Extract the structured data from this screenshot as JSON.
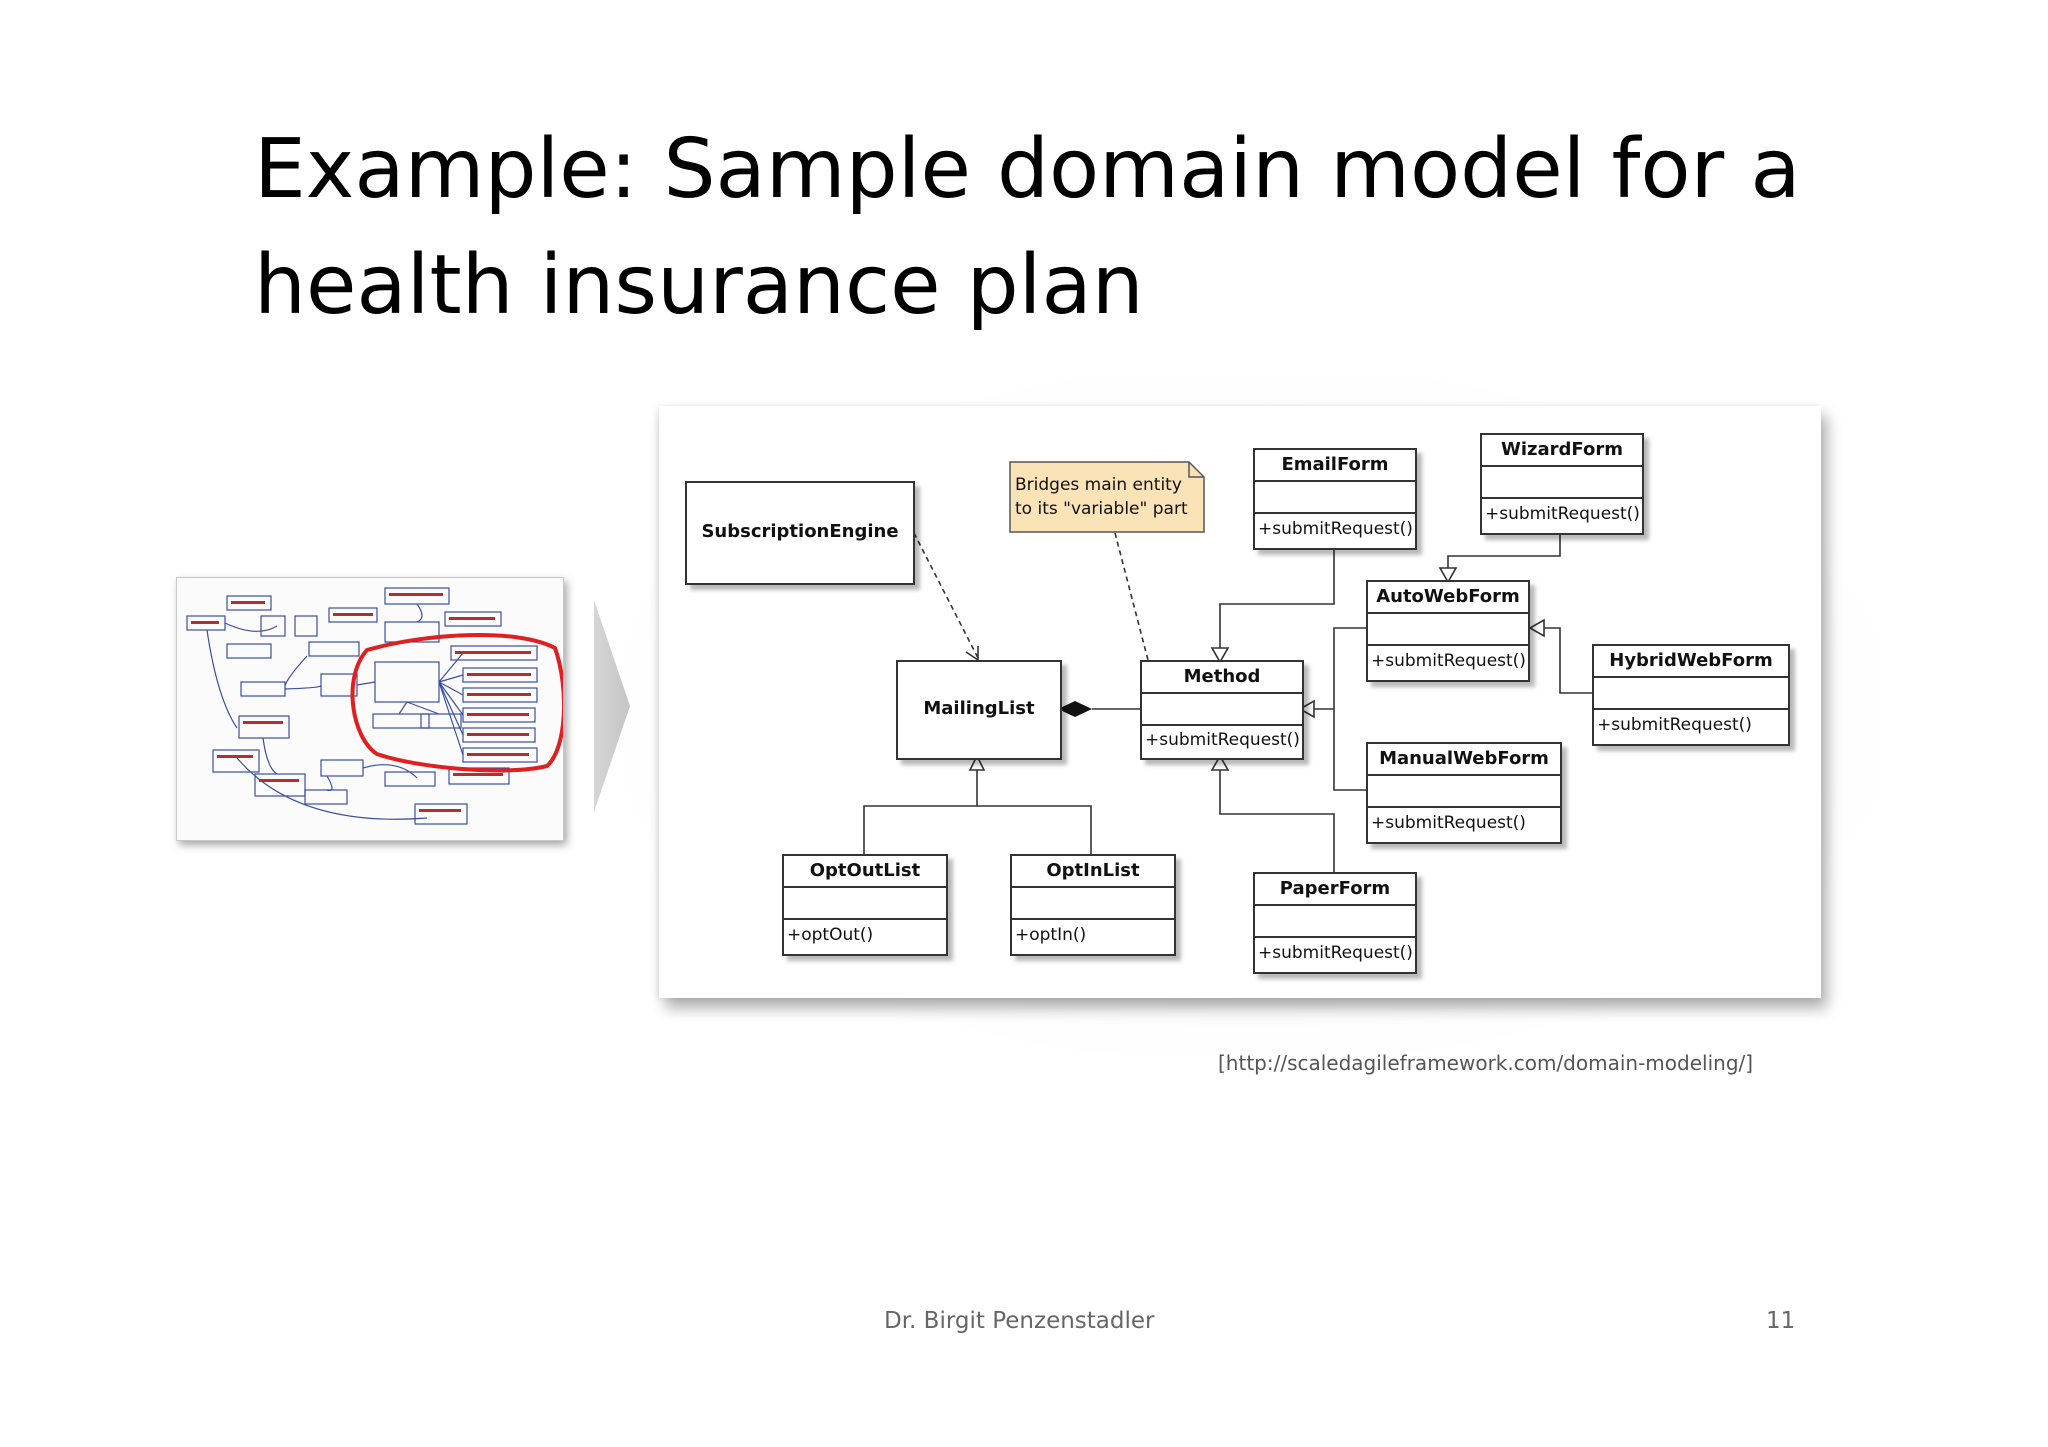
{
  "slide": {
    "title": "Example: Sample domain model for a health insurance plan",
    "source": "[http://scaledagileframework.com/domain-modeling/]",
    "author": "Dr. Birgit Penzenstadler",
    "page_number": "11"
  },
  "note": {
    "line1": "Bridges main entity",
    "line2": "to its \"variable\" part"
  },
  "classes": {
    "subscription_engine": {
      "name": "SubscriptionEngine"
    },
    "mailing_list": {
      "name": "MailingList"
    },
    "method": {
      "name": "Method",
      "op": "+submitRequest()"
    },
    "email_form": {
      "name": "EmailForm",
      "op": "+submitRequest()"
    },
    "wizard_form": {
      "name": "WizardForm",
      "op": "+submitRequest()"
    },
    "auto_web_form": {
      "name": "AutoWebForm",
      "op": "+submitRequest()"
    },
    "hybrid_web_form": {
      "name": "HybridWebForm",
      "op": "+submitRequest()"
    },
    "manual_web_form": {
      "name": "ManualWebForm",
      "op": "+submitRequest()"
    },
    "paper_form": {
      "name": "PaperForm",
      "op": "+submitRequest()"
    },
    "opt_out_list": {
      "name": "OptOutList",
      "op": "+optOut()"
    },
    "opt_in_list": {
      "name": "OptInList",
      "op": "+optIn()"
    }
  },
  "colors": {
    "note_fill": "#fbe3b8",
    "sketch_highlight": "#e02020",
    "sketch_ink": "#3a4fa0"
  }
}
